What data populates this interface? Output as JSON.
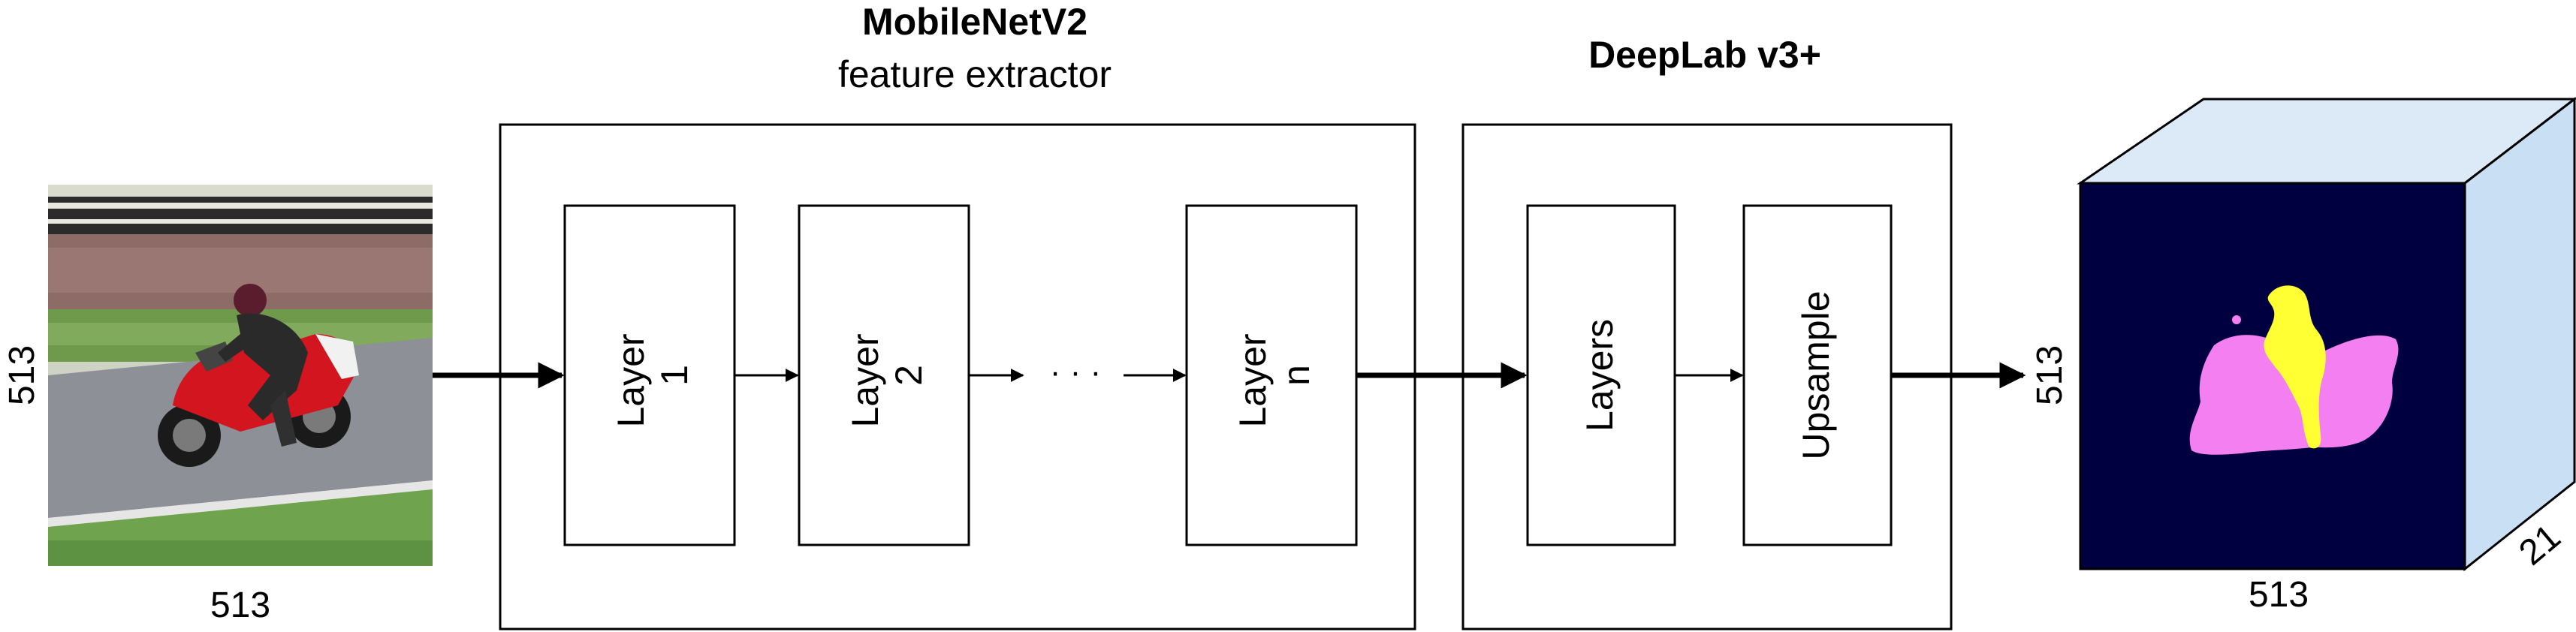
{
  "input": {
    "height_label": "513",
    "width_label": "513"
  },
  "mobilenet": {
    "title": "MobileNetV2",
    "subtitle": "feature extractor",
    "layers": [
      {
        "line1": "Layer",
        "line2": "1"
      },
      {
        "line1": "Layer",
        "line2": "2"
      },
      {
        "line1": "Layer",
        "line2": "n"
      }
    ],
    "ellipsis": "· · ·"
  },
  "deeplab": {
    "title": "DeepLab v3+",
    "layers_label": "Layers",
    "upsample_label": "Upsample"
  },
  "output": {
    "height_label": "513",
    "width_label": "513",
    "depth_label": "21",
    "colors": {
      "background": "#000040",
      "person": "#ffff33",
      "motorbike": "#f47ff0",
      "cube_side": "#c9e0f4",
      "cube_top": "#dceaf8"
    }
  }
}
